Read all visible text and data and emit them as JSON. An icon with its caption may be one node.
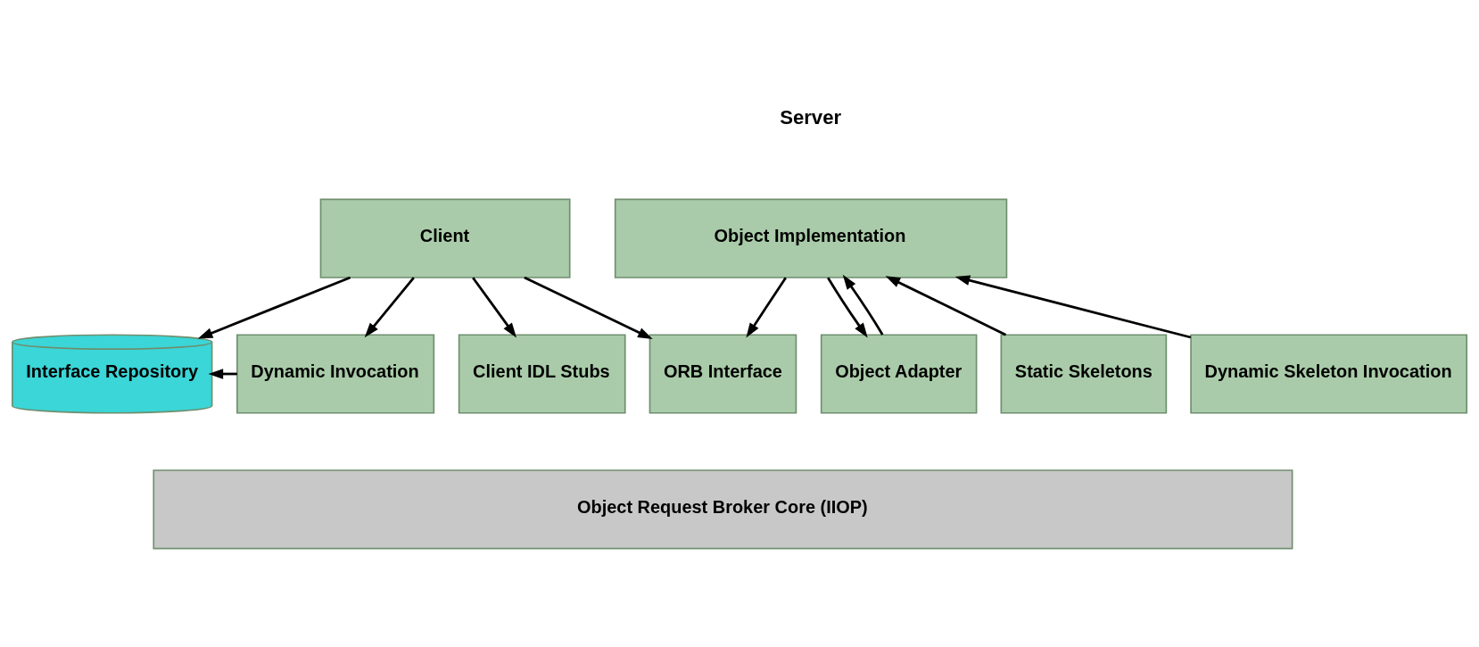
{
  "diagram": {
    "nodes": [
      {
        "text": [
          "Client"
        ]
      },
      {
        "text": [
          "Interface Repository"
        ]
      },
      {
        "text": [
          "Dynamic Invocation"
        ]
      },
      {
        "text": [
          "Client IDL Stubs"
        ]
      },
      {
        "text": [
          "ORB Interface"
        ]
      },
      {
        "text": [
          "Object Implementation"
        ]
      },
      {
        "text": [
          "Static Skeletons"
        ]
      },
      {
        "text": [
          "Dynamic Skeleton Invocation"
        ]
      },
      {
        "text": [
          "Object Adapter"
        ]
      },
      {
        "text": [
          "Object Request Broker Core (IIOP)"
        ]
      }
    ],
    "edges": [
      {
        "from": 0,
        "to": 1,
        "arrow": "to"
      },
      {
        "from": 0,
        "to": 2,
        "arrow": "to"
      },
      {
        "from": 0,
        "to": 3,
        "arrow": "to"
      },
      {
        "from": 0,
        "to": 4,
        "arrow": "to"
      },
      {
        "from": 5,
        "to": 4,
        "arrow": "to"
      },
      {
        "from": 6,
        "to": 5,
        "arrow": "to"
      },
      {
        "from": 7,
        "to": 5,
        "arrow": "to"
      },
      {
        "from": 8,
        "to": 5,
        "arrow": "to"
      },
      {
        "from": 5,
        "to": 8,
        "arrow": "to"
      },
      {
        "from": 2,
        "to": 1,
        "arrow": "to"
      }
    ],
    "labels": [
      "Server"
    ]
  }
}
